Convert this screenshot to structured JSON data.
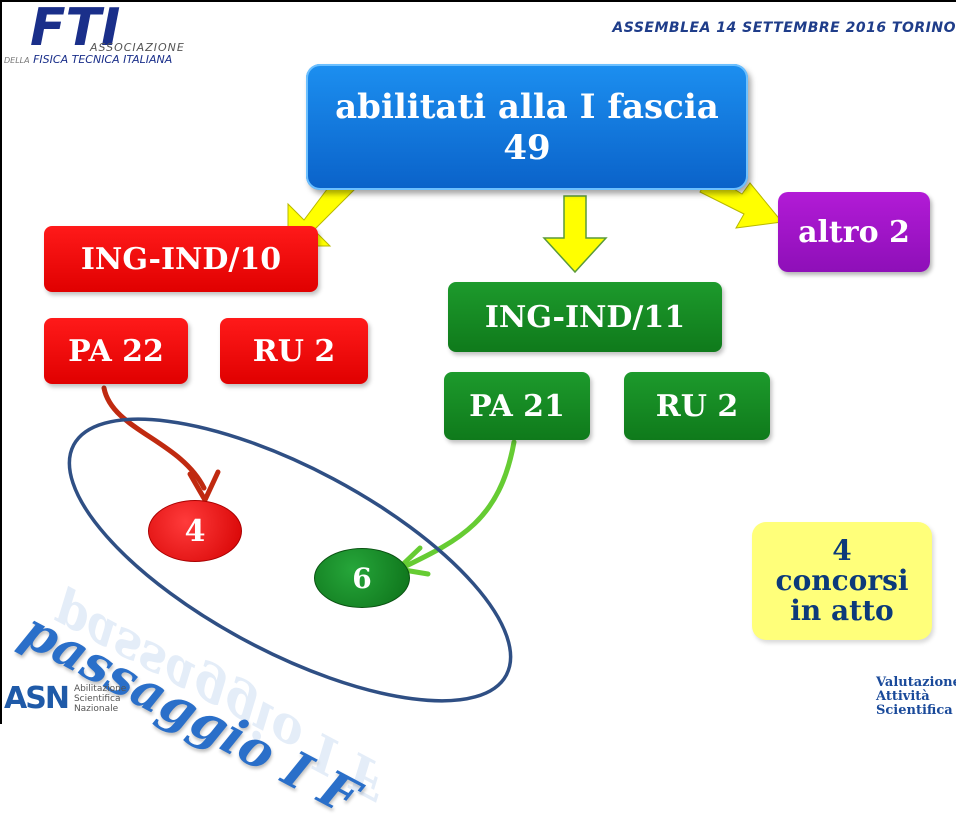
{
  "header": {
    "event": "ASSEMBLEA  14 SETTEMBRE  2016 TORINO"
  },
  "logo_fti": {
    "mark": "FTI",
    "assoc": "ASSOCIAZIONE",
    "prefix": "DELLA",
    "name": "FISICA TECNICA ITALIANA"
  },
  "top_box": {
    "line1": "abilitati alla  I fascia",
    "line2": "49"
  },
  "ing10": {
    "label": "ING-IND/10",
    "pa": "PA  22",
    "ru": "RU  2"
  },
  "ing11": {
    "label": "ING-IND/11",
    "pa": "PA  21",
    "ru": "RU  2"
  },
  "altro": {
    "label": "altro 2"
  },
  "passaggio": {
    "red_count": "4",
    "green_count": "6",
    "label": "passaggio  I F"
  },
  "concorsi": {
    "line1": "4",
    "line2": "concorsi",
    "line3": "in atto"
  },
  "asn_logo": {
    "mark": "ASN",
    "line1": "Abilitazione",
    "line2": "Scientifica",
    "line3": "Nazionale"
  },
  "vas_logo": {
    "line1": "Valutazione",
    "line2": "Attività",
    "line3": "Scientifica"
  },
  "colors": {
    "blue_box": "#0a62c9",
    "red_box": "#e00000",
    "green_box": "#0f7a1b",
    "purple_box": "#8e0fb8",
    "yellow_note": "#ffff7a",
    "arrow_yellow": "#ffff00",
    "arrow_green_outline": "#8fcf3a",
    "ellipse": "#2f4f84",
    "word_blue": "#2a6fc9"
  }
}
